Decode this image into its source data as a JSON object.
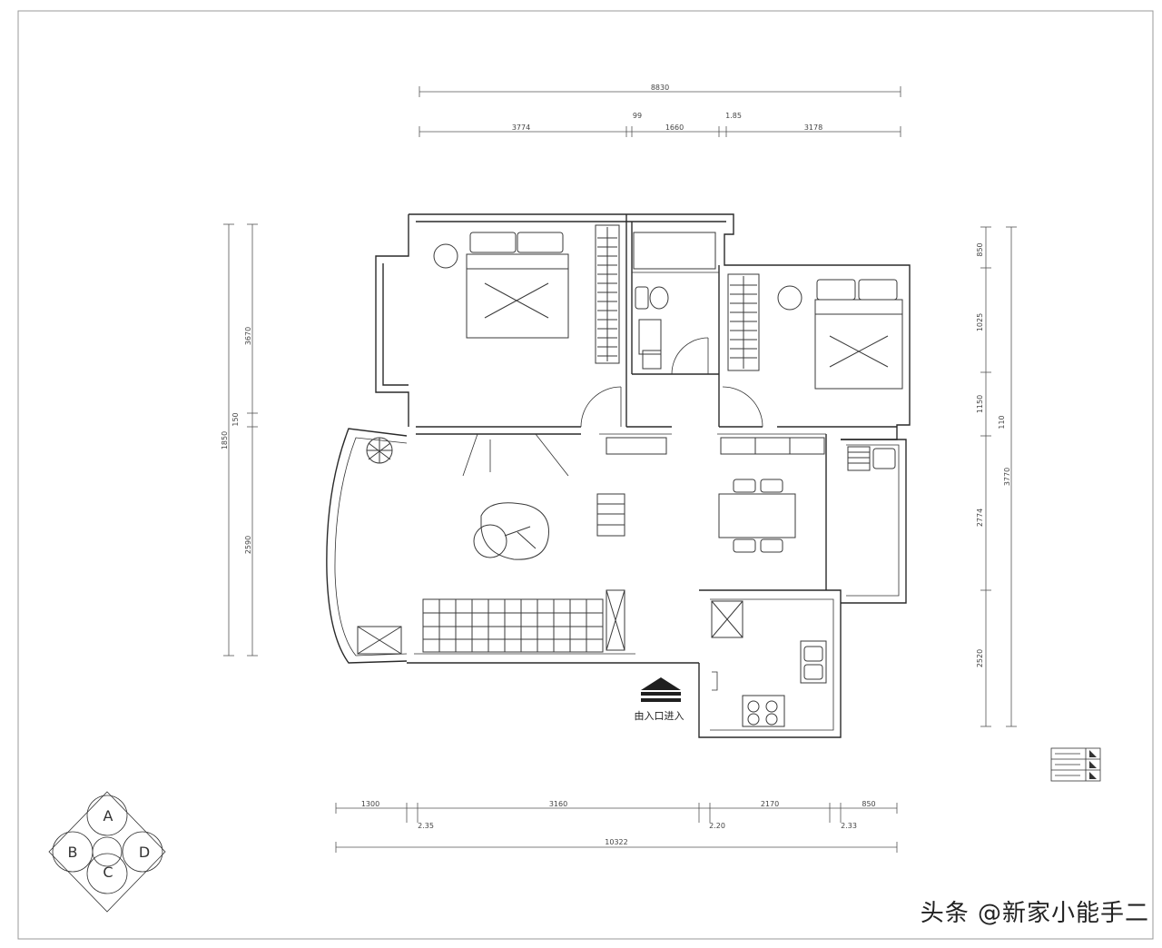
{
  "dimensions": {
    "top_total": "8830",
    "top_segments": [
      "3774",
      "99",
      "1660",
      "1.85",
      "3178"
    ],
    "left_segments": [
      "3670",
      "150",
      "1850",
      "2590"
    ],
    "right_segments": [
      "850",
      "1025",
      "1150",
      "110",
      "3770",
      "2774",
      "2520"
    ],
    "bottom_segments": [
      "1300",
      "3160",
      "2170",
      "850"
    ],
    "bottom_small": [
      "2.35",
      "2.20",
      "2.33"
    ],
    "bottom_total": "10322"
  },
  "entrance": {
    "label": "由入口进入"
  },
  "compass": {
    "labels": [
      "A",
      "B",
      "C",
      "D"
    ]
  },
  "watermark": {
    "text": "头条 @新家小能手二"
  }
}
